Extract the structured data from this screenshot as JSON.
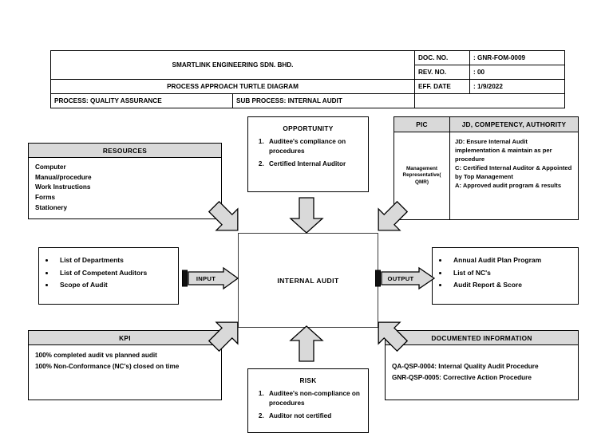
{
  "header": {
    "company": "SMARTLINK ENGINEERING SDN. BHD.",
    "doc_type": "PROCESS APPROACH TURTLE DIAGRAM",
    "process": "PROCESS: QUALITY ASSURANCE",
    "sub_process": "SUB PROCESS: INTERNAL AUDIT",
    "fields": [
      {
        "label": "DOC. NO.",
        "value": ": GNR-FOM-0009"
      },
      {
        "label": "REV. NO.",
        "value": ": 00"
      },
      {
        "label": "EFF. DATE",
        "value": ": 1/9/2022"
      },
      {
        "label": "",
        "value": ""
      }
    ]
  },
  "resources": {
    "title": "RESOURCES",
    "items": [
      "Computer",
      "Manual/procedure",
      "Work Instructions",
      "Forms",
      "Stationery"
    ]
  },
  "opportunity": {
    "title": "OPPORTUNITY",
    "items": [
      "Auditee's compliance on procedures",
      "Certified Internal Auditor"
    ]
  },
  "pic": {
    "col1_header": "PIC",
    "col2_header": "JD, COMPETENCY, AUTHORITY",
    "person": "Management Representative( QMR)",
    "details": [
      "JD: Ensure Internal Audit implementation & maintain as per procedure",
      "C: Certified Internal Auditor & Appointed by Top Management",
      "A: Approved audit program & results"
    ]
  },
  "input": {
    "arrow_label": "INPUT",
    "items": [
      "List of Departments",
      "List of Competent Auditors",
      "Scope of Audit"
    ]
  },
  "process": {
    "name": "INTERNAL AUDIT"
  },
  "output": {
    "arrow_label": "OUTPUT",
    "items": [
      "Annual Audit Plan Program",
      "List of NC's",
      "Audit Report & Score"
    ]
  },
  "kpi": {
    "title": "KPI",
    "lines": [
      "100% completed audit vs planned audit",
      "100% Non-Conformance (NC's) closed on time"
    ]
  },
  "documented_information": {
    "title": "DOCUMENTED INFORMATION",
    "lines": [
      "QA-QSP-0004: Internal Quality Audit Procedure",
      "GNR-QSP-0005: Corrective Action Procedure"
    ]
  },
  "risk": {
    "title": "RISK",
    "items": [
      "Auditee's non-compliance on procedures",
      "Auditor not certified"
    ]
  },
  "colors": {
    "header_fill": "#d9d9d9",
    "arrow_fill": "#d9d9d9",
    "line": "#000000"
  }
}
